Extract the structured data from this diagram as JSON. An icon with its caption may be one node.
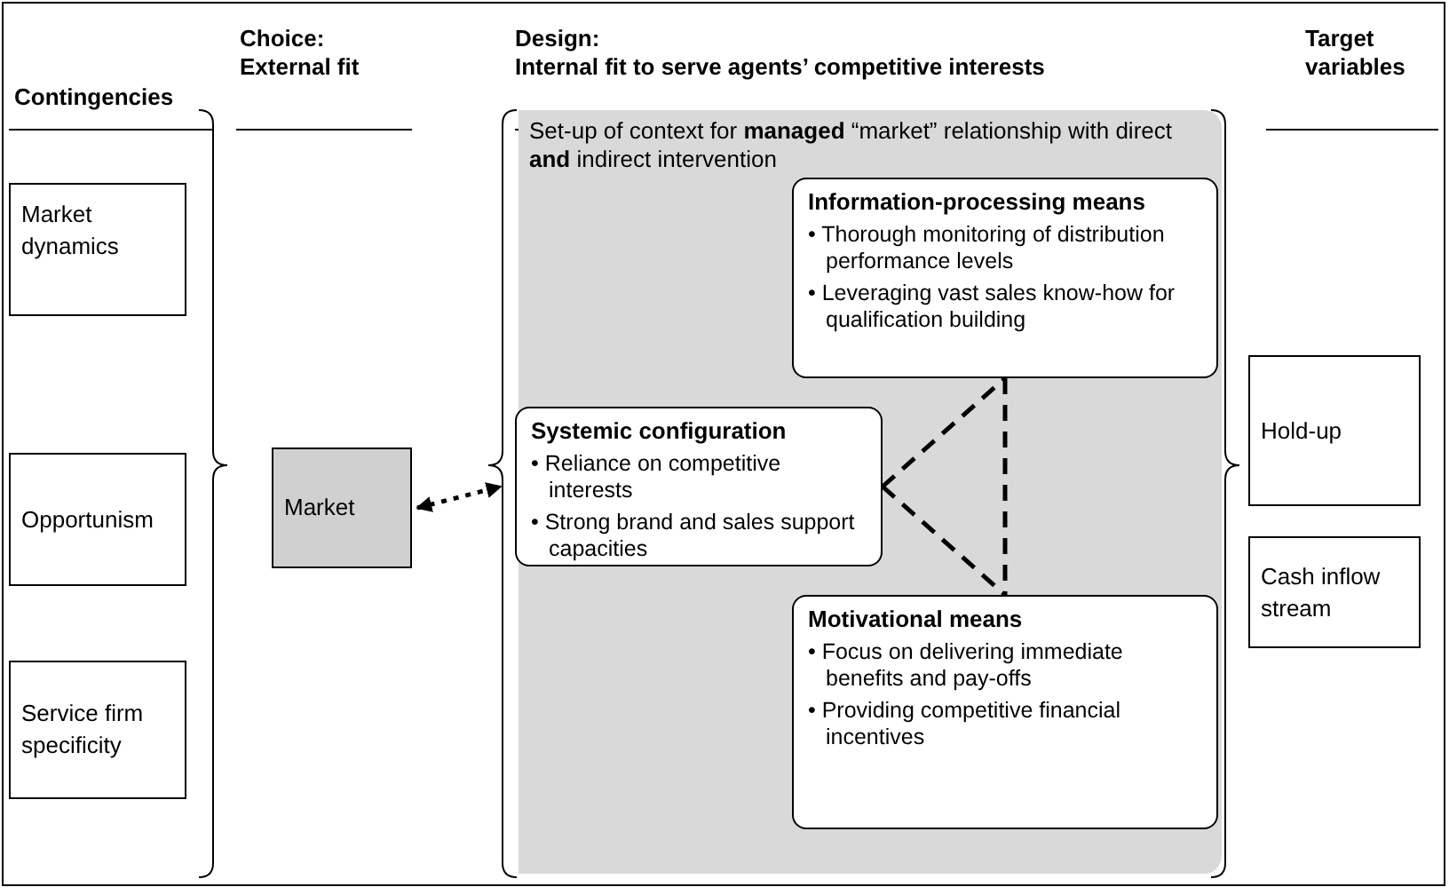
{
  "diagram": {
    "nodes": [
      {
        "text": [
          "Market dynamics"
        ]
      },
      {
        "text": [
          "Opportunism"
        ]
      },
      {
        "text": [
          "Service firm specificity"
        ]
      },
      {
        "text": [
          "Market"
        ]
      },
      {
        "text": [
          "Set-up of context for **managed** “market” relationship with direct **and** indirect intervention"
        ]
      },
      {
        "text": [
          "Information-processing means",
          "• Thorough monitoring of distribution performance levels",
          "• Leveraging vast sales know-how for qualification building"
        ],
        "in": 4
      },
      {
        "text": [
          "Systemic configuration",
          "• Reliance on competitive interests",
          "• Strong brand and sales support capacities"
        ],
        "in": 4
      },
      {
        "text": [
          "Motivational means",
          "• Focus on delivering immediate benefits and pay-offs",
          "• Providing competitive financial incentives"
        ],
        "in": 4
      },
      {
        "text": [
          "Hold-up"
        ]
      },
      {
        "text": [
          "Cash inflow stream"
        ]
      }
    ],
    "edges": [
      {
        "from": 3,
        "to": 6,
        "arrow": "both",
        "style": "dashed"
      },
      {
        "from": 6,
        "to": 5,
        "arrow": "none",
        "style": "dashed"
      },
      {
        "from": 6,
        "to": 7,
        "arrow": "none",
        "style": "dashed"
      },
      {
        "from": 5,
        "to": 7,
        "arrow": "none",
        "style": "dashed"
      }
    ],
    "labels": [
      "Contingencies",
      "Choice:",
      "External fit",
      "Design:",
      "Internal fit to serve agents’ competitive interests",
      "Target variables"
    ]
  }
}
